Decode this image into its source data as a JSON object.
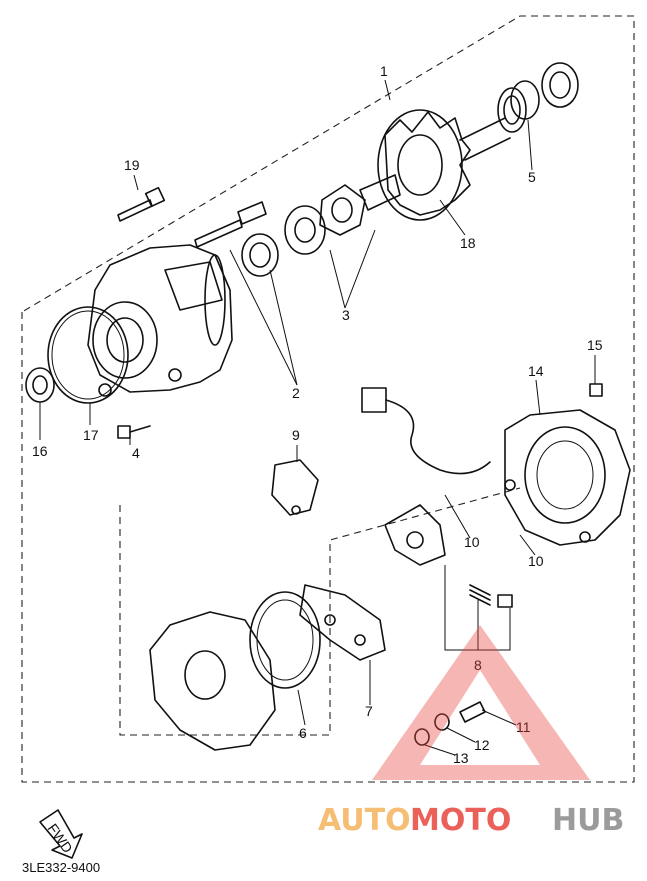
{
  "callouts": {
    "c1": "1",
    "c2": "2",
    "c3": "3",
    "c4": "4",
    "c5": "5",
    "c6": "6",
    "c7": "7",
    "c8": "8",
    "c9": "9",
    "c10a": "10",
    "c10b": "10",
    "c11": "11",
    "c12": "12",
    "c13": "13",
    "c14": "14",
    "c15": "15",
    "c16": "16",
    "c17": "17",
    "c18": "18",
    "c19": "19"
  },
  "fwd_label": "FWD",
  "drawing_code": "3LE332-9400",
  "watermark": {
    "part1": "AUTO",
    "part2": "MOTO",
    "part3": "HUB"
  },
  "colors": {
    "line": "#111111",
    "watermark_red": "#e8453c",
    "watermark_orange": "#f5b25c",
    "watermark_gray": "#8a8a8a"
  }
}
